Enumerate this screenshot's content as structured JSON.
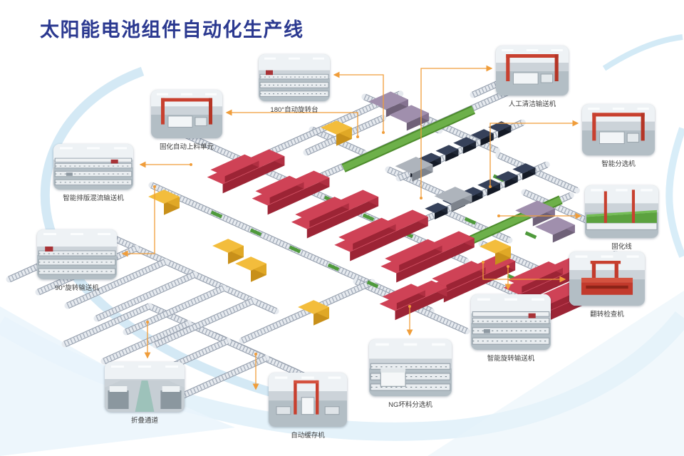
{
  "page": {
    "title": "太阳能电池组件自动化生产线",
    "title_color": "#2b3990",
    "background_color": "#ffffff",
    "accent_color": "#f09d3a"
  },
  "callouts": [
    {
      "id": "curing-loader",
      "label": "固化自动上料单元",
      "photo": "red-gantry"
    },
    {
      "id": "rotate-180",
      "label": "180°自动旋转台",
      "photo": "conveyor"
    },
    {
      "id": "manual-clean",
      "label": "人工清洁输送机",
      "photo": "red-gantry"
    },
    {
      "id": "smart-sort",
      "label": "智能分选机",
      "photo": "red-gantry"
    },
    {
      "id": "curing-line",
      "label": "固化线",
      "photo": "green-belt"
    },
    {
      "id": "flip-inspect",
      "label": "翻转检查机",
      "photo": "red-machine"
    },
    {
      "id": "smart-rotary",
      "label": "智能旋转输送机",
      "photo": "conveyor-dense"
    },
    {
      "id": "ng-sort",
      "label": "NG坏料分选机",
      "photo": "conveyor-white"
    },
    {
      "id": "auto-buffer",
      "label": "自动缓存机",
      "photo": "red-frame"
    },
    {
      "id": "fold-channel",
      "label": "折叠通道",
      "photo": "aisle"
    },
    {
      "id": "rotate-90",
      "label": "90°旋转输送机",
      "photo": "conveyor"
    },
    {
      "id": "smart-layout",
      "label": "智能排版混流输送机",
      "photo": "conveyor-dense"
    }
  ],
  "diagram": {
    "palette": {
      "conveyor_frame": "#a6afbc",
      "panel_stack_top": "#cf4256",
      "panel_stack_front": "#9c2435",
      "panel_stack_end": "#b02f42",
      "belt_green": "#5f9e33",
      "belt_green_light": "#6db04a",
      "cube_top": "#f3bd3c",
      "cube_front": "#c8901a",
      "cube_end": "#e0a826",
      "machine_purple_top": "#a08fad",
      "machine_purple_front": "#6f6178",
      "machine_purple_end": "#857391",
      "machine_gray_top": "#aeb4bc",
      "machine_gray_front": "#7d838c",
      "machine_gray_end": "#959ba4",
      "module_dark": "#1f2736",
      "callout_line": "#f09d3a",
      "swoosh_blue": "#cde6f3"
    }
  }
}
